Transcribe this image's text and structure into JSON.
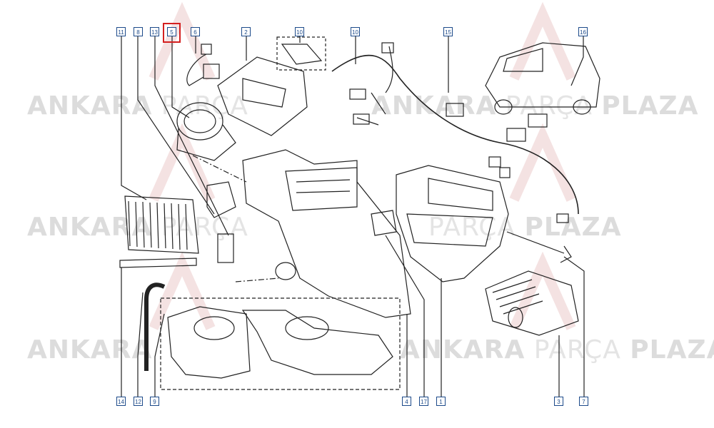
{
  "watermark": {
    "part1": "ANKARA",
    "part2": "PARÇA",
    "part3": "PLAZA"
  },
  "callouts_top": [
    "11",
    "8",
    "13",
    "5",
    "6",
    "2",
    "10",
    "10",
    "15",
    "16"
  ],
  "callouts_bottom": [
    "14",
    "12",
    "9",
    "4",
    "17",
    "1",
    "3",
    "7"
  ],
  "highlighted_callout": "5",
  "colors": {
    "callout": "#1c4a8a",
    "highlight": "#d42020",
    "line": "#222222",
    "watermark": "#dcdcdc"
  }
}
